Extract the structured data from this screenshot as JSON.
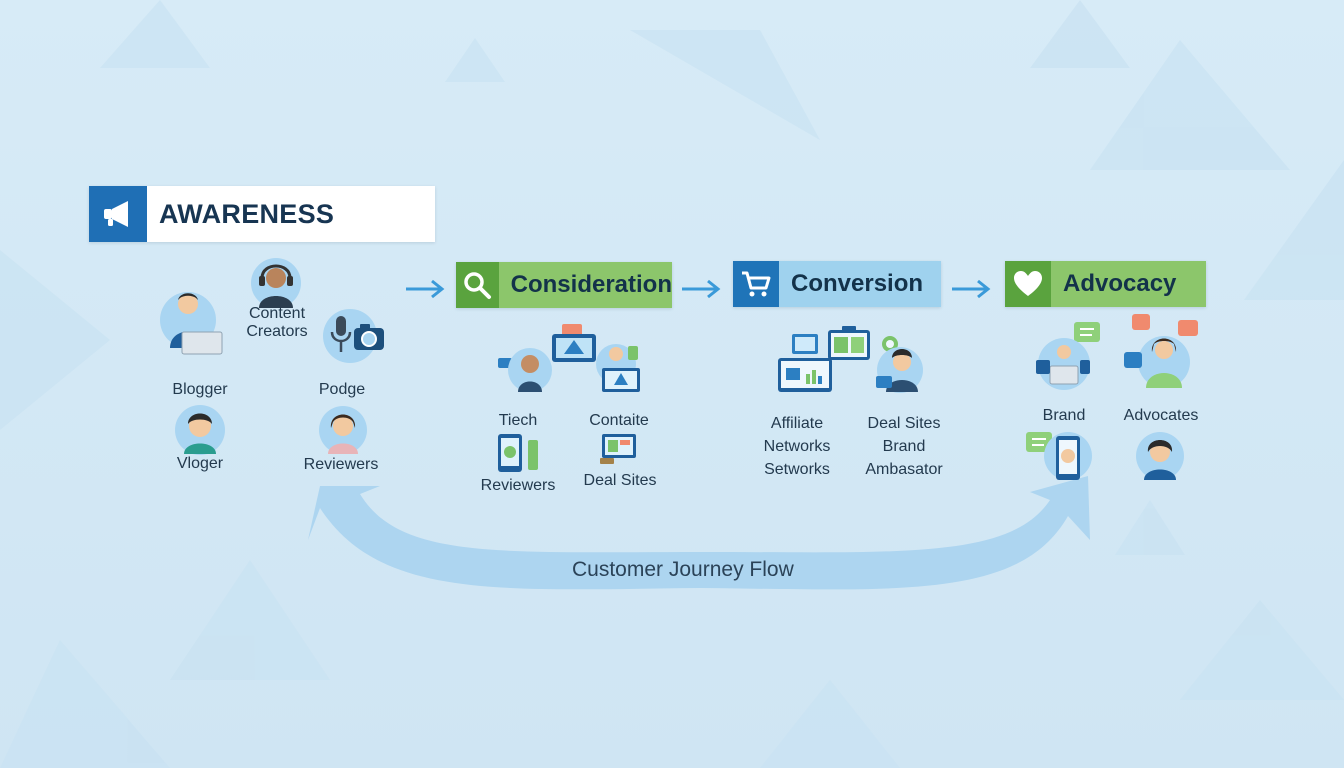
{
  "stages": {
    "awareness": {
      "label": "AWARENESS",
      "icon": "megaphone-icon"
    },
    "consideration": {
      "label": "Consideration",
      "icon": "magnifier-icon"
    },
    "conversion": {
      "label": "Conversion",
      "icon": "shopping-cart-icon"
    },
    "advocacy": {
      "label": "Advocacy",
      "icon": "heart-icon"
    }
  },
  "awareness_items": {
    "content_creators": "Content\nCreators",
    "blogger": "Blogger",
    "podge": "Podge",
    "vloger": "Vloger",
    "reviewers": "Reviewers"
  },
  "consideration_items": {
    "tiech": "Tiech",
    "contaite": "Contaite",
    "reviewers": "Reviewers",
    "deal_sites": "Deal Sites"
  },
  "conversion_items": {
    "affiliate": "Affiliate\nNetworks\nSetworks",
    "deal_sites": "Deal Sites\nBrand\nAmbasator"
  },
  "advocacy_items": {
    "brand": "Brand",
    "advocates": "Advocates"
  },
  "flow": {
    "label": "Customer Journey Flow"
  },
  "colors": {
    "awareness_blue": "#1f6fb5",
    "green": "#8cc66b",
    "green_dark": "#5aa33e",
    "light_blue": "#9fd2ee",
    "arrow_blue": "#3a9ad9",
    "flow_arc": "#a9d3ef"
  }
}
